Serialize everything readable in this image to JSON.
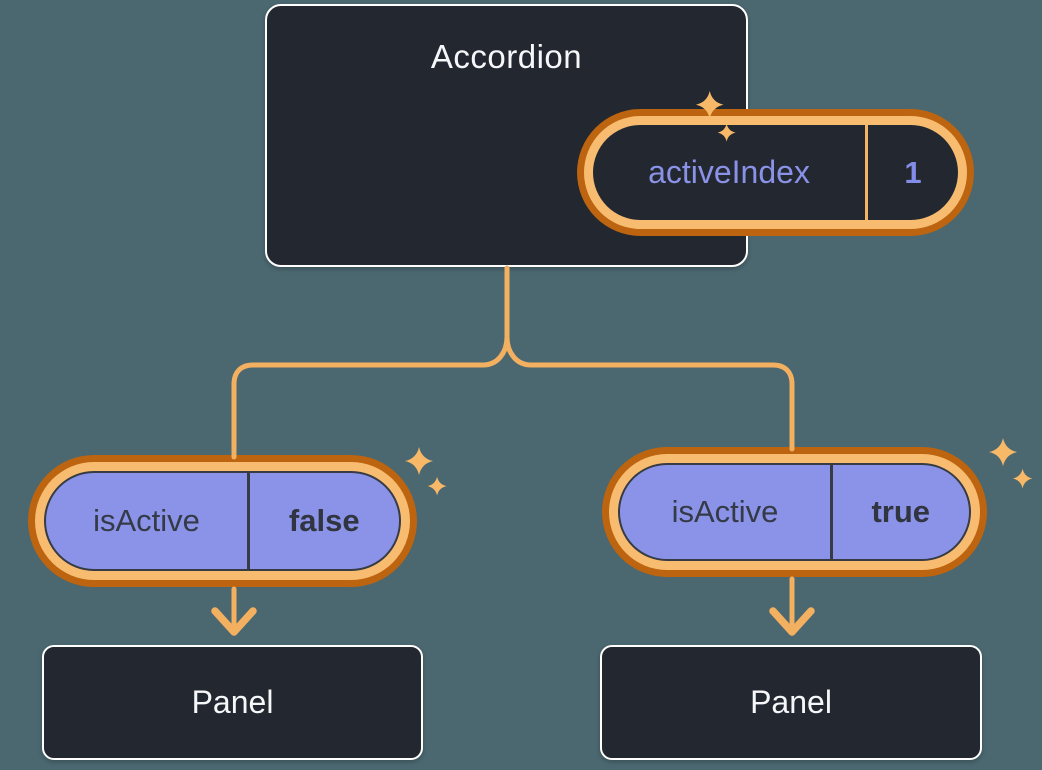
{
  "diagram": {
    "type": "component-tree",
    "accordion": {
      "title": "Accordion",
      "state_pill": {
        "label": "activeIndex",
        "value": "1"
      }
    },
    "children": [
      {
        "pill": {
          "label": "isActive",
          "value": "false"
        },
        "panel_label": "Panel"
      },
      {
        "pill": {
          "label": "isActive",
          "value": "true"
        },
        "panel_label": "Panel"
      }
    ],
    "icons": {
      "sparkle": "four-point-star"
    },
    "colors": {
      "background": "#4B676F",
      "node_background": "#23272F",
      "node_border": "#FFFFFF",
      "node_text": "#F6F7F9",
      "pill_purple": "#8B93E8",
      "pill_purple_text": "#30353F",
      "state_label_purple": "#8A92E8",
      "ring_orange_light": "#F8BC71",
      "ring_orange_dark": "#BC640F",
      "connector_orange": "#F2B060",
      "sparkle_orange": "#F7B868"
    }
  }
}
